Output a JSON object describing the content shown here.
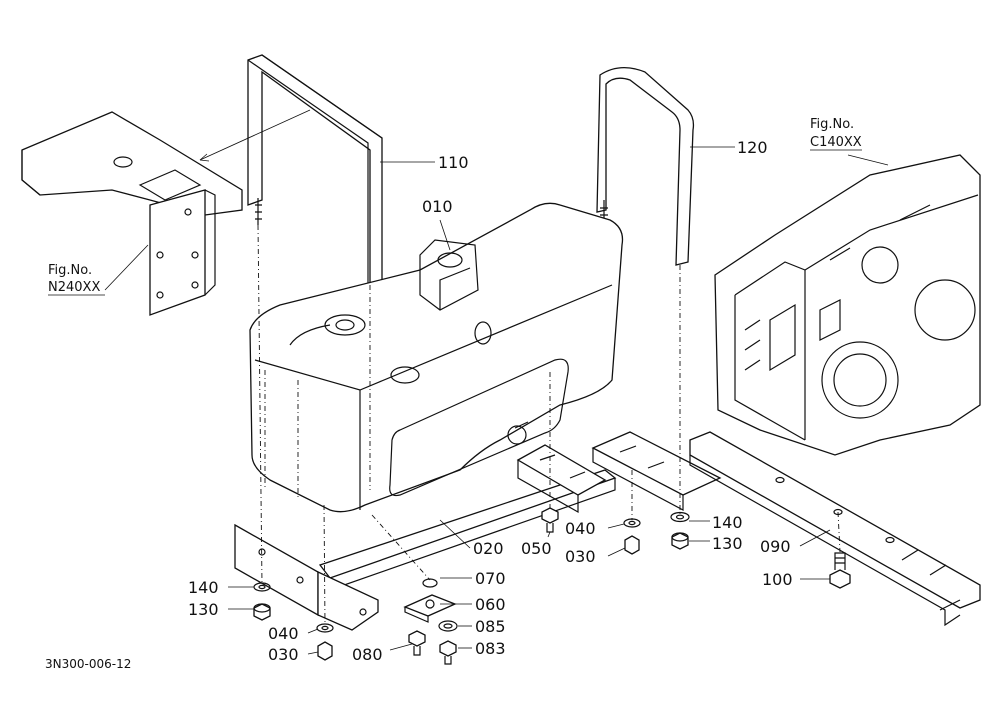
{
  "part_labels": {
    "p010": "010",
    "p020": "020",
    "p030a": "030",
    "p030b": "030",
    "p040a": "040",
    "p040b": "040",
    "p050": "050",
    "p060": "060",
    "p070": "070",
    "p080": "080",
    "p083": "083",
    "p085": "085",
    "p090": "090",
    "p100": "100",
    "p110": "110",
    "p120": "120",
    "p130a": "130",
    "p130b": "130",
    "p140a": "140",
    "p140b": "140"
  },
  "fig_refs": {
    "n240": {
      "title": "Fig.No.",
      "code": "N240XX"
    },
    "c140": {
      "title": "Fig.No.",
      "code": "C140XX"
    }
  },
  "drawing_code": "3N300-006-12"
}
